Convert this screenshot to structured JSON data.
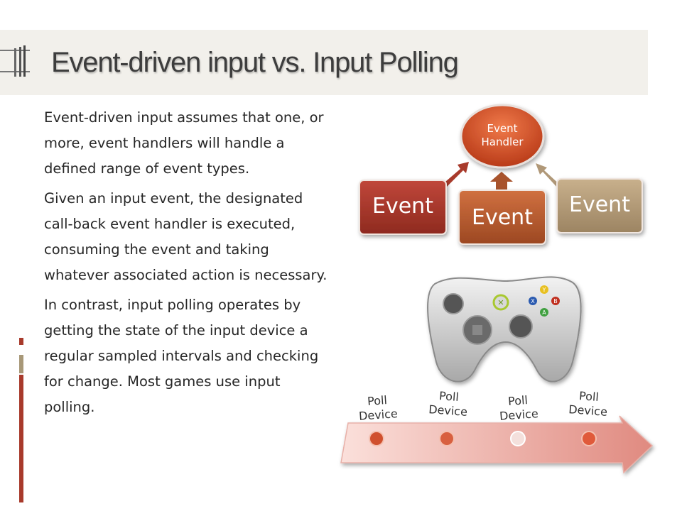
{
  "slide": {
    "title": "Event-driven input vs. Input Polling",
    "paragraphs": [
      "Event-driven input assumes that one, or more, event handlers will handle a defined range of event types.",
      "Given an input event, the designated call-back event handler is executed, consuming the event and taking whatever associated action is necessary.",
      "In contrast, input polling operates by getting the state of the input device a regular sampled intervals and checking for change. Most games use input polling."
    ]
  },
  "event_diagram": {
    "handler_line1": "Event",
    "handler_line2": "Handler",
    "events": [
      "Event",
      "Event",
      "Event"
    ]
  },
  "controller": {
    "button_labels": [
      "Y",
      "X",
      "B",
      "A"
    ]
  },
  "poll_timeline": {
    "labels_line1": [
      "Poll",
      "Poll",
      "Poll",
      "Poll"
    ],
    "labels_line2": [
      "Device",
      "Device",
      "Device",
      "Device"
    ]
  },
  "colors": {
    "accent_red": "#a83a2b",
    "event_orange": "#b5562e",
    "event_tan": "#b09878",
    "handler_red": "#c4431c",
    "timeline_pink": "#e8a8a0"
  }
}
